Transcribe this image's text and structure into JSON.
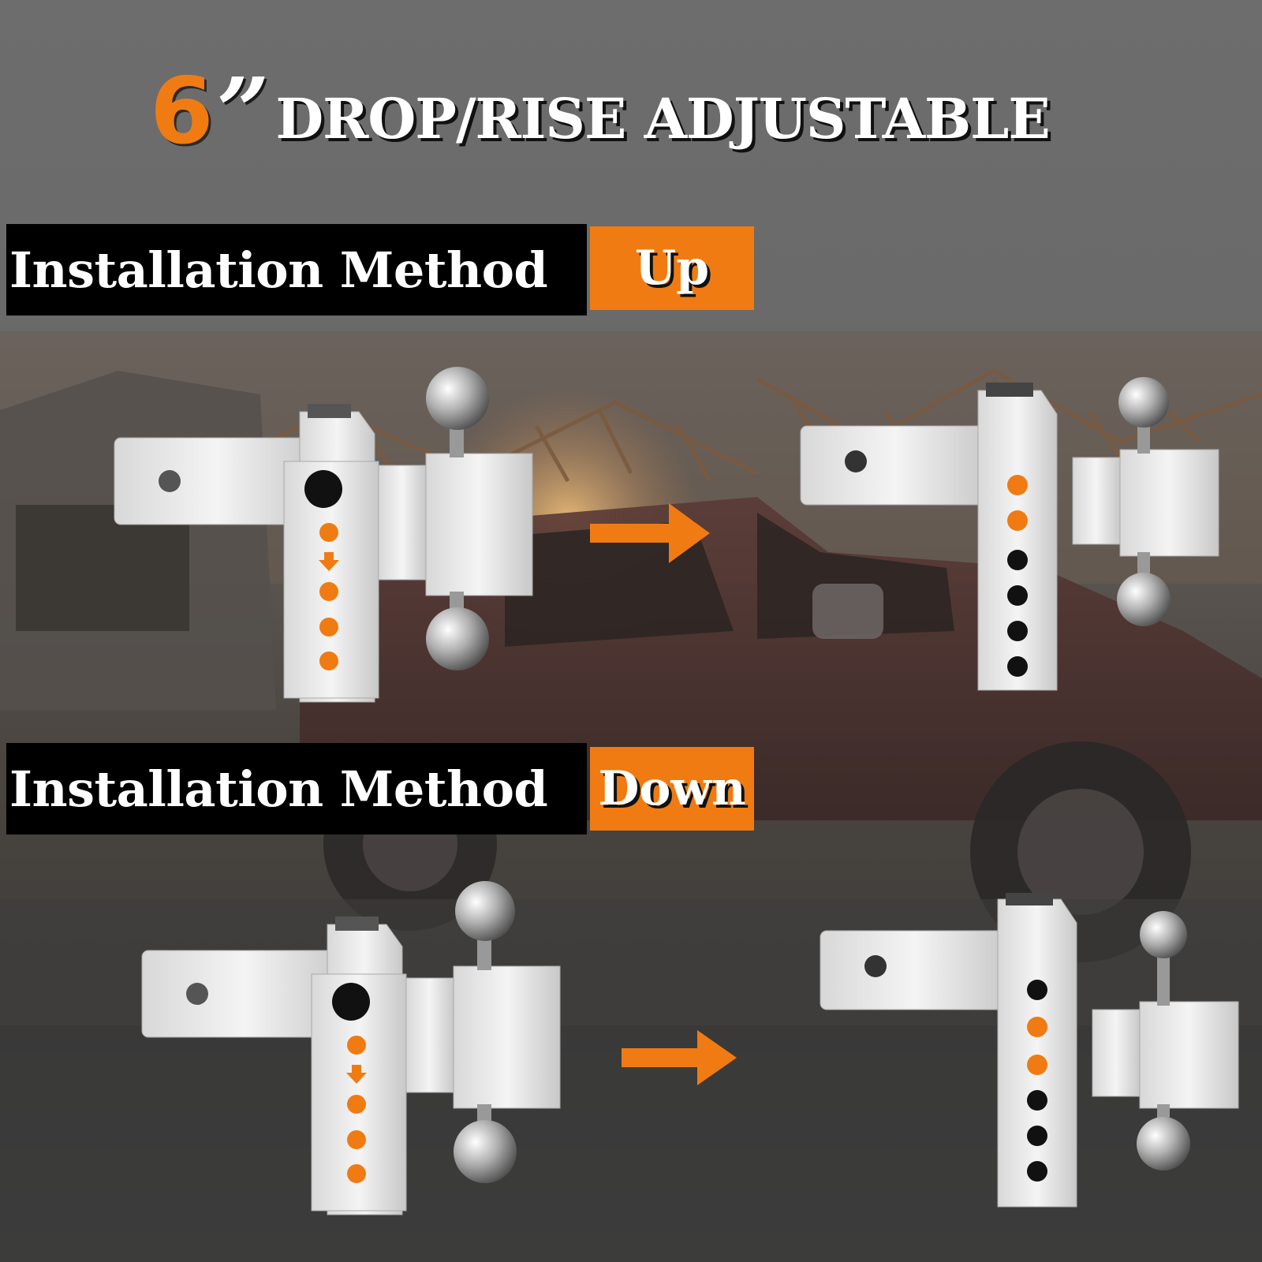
{
  "headline": {
    "number": "6",
    "quote_mark": "”",
    "text": "DROP/RISE ADJUSTABLE"
  },
  "sections": [
    {
      "label": "Installation Method",
      "tag": "Up"
    },
    {
      "label": "Installation Method",
      "tag": "Down"
    }
  ],
  "colors": {
    "accent": "#f07b12",
    "label_bg": "#000000",
    "text": "#ffffff"
  },
  "icons": {
    "arrow": "arrow-right-icon",
    "adjust_arrow": "arrow-down-icon"
  }
}
